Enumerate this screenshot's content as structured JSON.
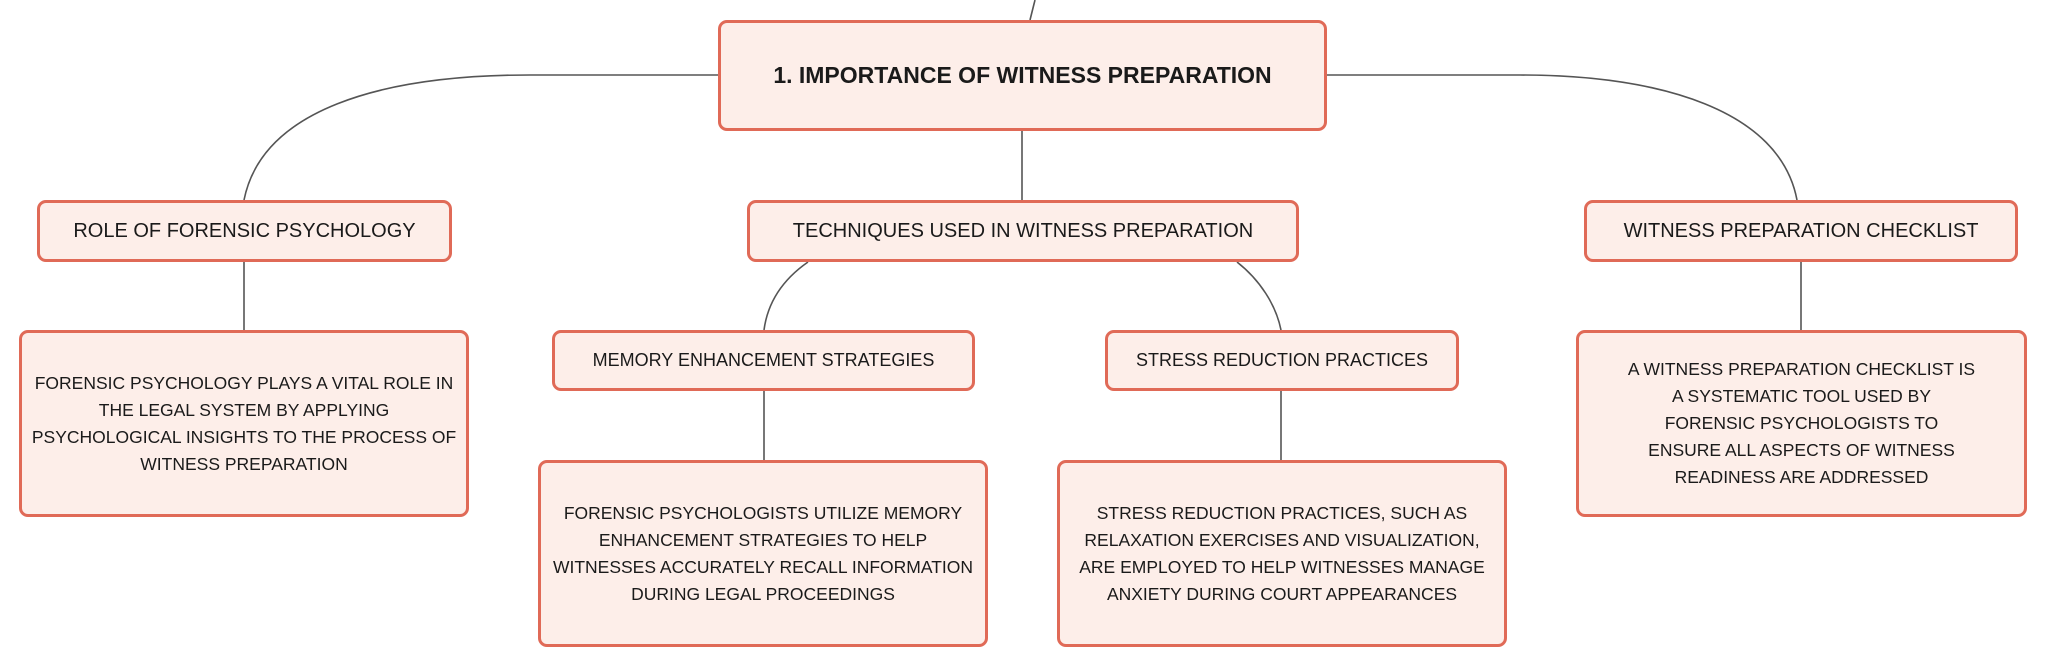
{
  "colors": {
    "node_fill": "#fdeee9",
    "node_border": "#e06a57",
    "connector": "#555555",
    "text": "#1a1a1a"
  },
  "root": {
    "label": "1. IMPORTANCE OF WITNESS PREPARATION"
  },
  "branches": {
    "role": {
      "label": "ROLE OF FORENSIC PSYCHOLOGY",
      "detail": "FORENSIC PSYCHOLOGY PLAYS A VITAL ROLE IN THE LEGAL SYSTEM BY APPLYING PSYCHOLOGICAL INSIGHTS TO THE PROCESS OF WITNESS PREPARATION"
    },
    "techniques": {
      "label": "TECHNIQUES USED IN WITNESS PREPARATION",
      "memory": {
        "label": "MEMORY ENHANCEMENT STRATEGIES",
        "detail": "FORENSIC PSYCHOLOGISTS UTILIZE MEMORY ENHANCEMENT STRATEGIES TO HELP WITNESSES ACCURATELY RECALL INFORMATION DURING LEGAL PROCEEDINGS"
      },
      "stress": {
        "label": "STRESS REDUCTION PRACTICES",
        "detail": "STRESS REDUCTION PRACTICES, SUCH AS RELAXATION EXERCISES AND VISUALIZATION, ARE EMPLOYED TO HELP WITNESSES MANAGE ANXIETY DURING COURT APPEARANCES"
      }
    },
    "checklist": {
      "label": "WITNESS PREPARATION CHECKLIST",
      "detail": "A WITNESS PREPARATION CHECKLIST IS A SYSTEMATIC TOOL USED BY FORENSIC PSYCHOLOGISTS TO ENSURE ALL ASPECTS OF WITNESS READINESS ARE ADDRESSED"
    }
  }
}
